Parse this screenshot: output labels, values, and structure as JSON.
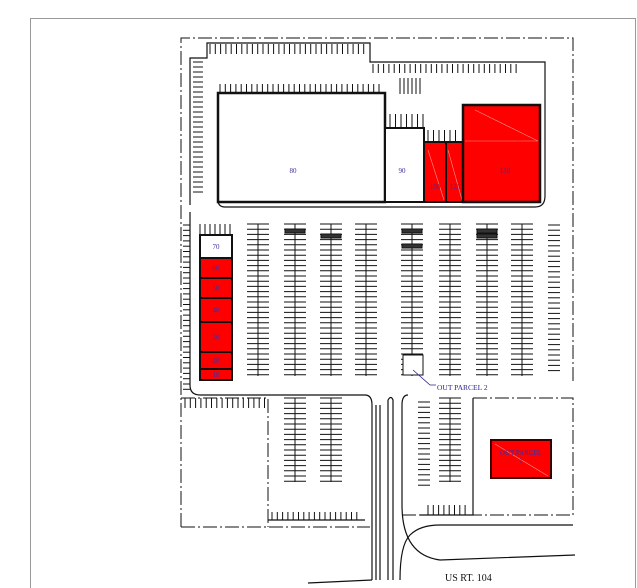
{
  "plan": {
    "buildings": [
      {
        "id": "80",
        "label": "80",
        "leased": false
      },
      {
        "id": "90",
        "label": "90",
        "leased": false
      },
      {
        "id": "100",
        "label": "100",
        "leased": true
      },
      {
        "id": "120",
        "label": "120",
        "leased": true
      },
      {
        "id": "130",
        "label": "130",
        "leased": true
      }
    ],
    "strip_units": [
      {
        "label": "70",
        "leased": false
      },
      {
        "label": "60",
        "leased": true
      },
      {
        "label": "50",
        "leased": true
      },
      {
        "label": "40",
        "leased": true
      },
      {
        "label": "30",
        "leased": true
      },
      {
        "label": "20",
        "leased": true
      },
      {
        "label": "10",
        "leased": true
      }
    ],
    "out_parcel_1": {
      "label": "OUT PARCEL",
      "sub": "1",
      "leased": true
    },
    "out_parcel_2": {
      "label": "OUT PARCEL 2",
      "leased": false
    },
    "road_label": "US RT. 104"
  },
  "colors": {
    "leased": "#ff0000",
    "vacant": "#ffffff",
    "line": "#111111",
    "label": "#3a2fa0"
  }
}
